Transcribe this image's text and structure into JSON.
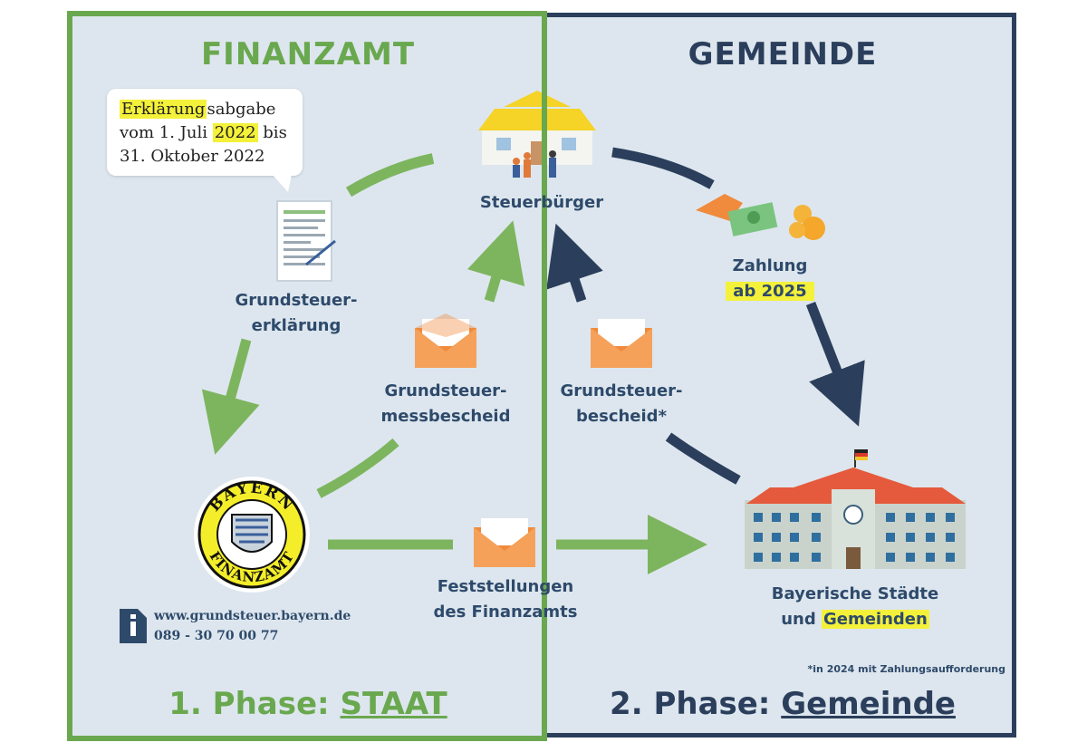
{
  "headings": {
    "left": "FINANZAMT",
    "right": "GEMEINDE"
  },
  "bubble": {
    "line1_highlight": "Erklärung",
    "line1_rest": "sabgabe",
    "line2_pre": "vom 1. Juli ",
    "line2_highlight": "2022",
    "line2_post": " bis",
    "line3": "31. Oktober 2022"
  },
  "nodes": {
    "citizen": "Steuerbürger",
    "declaration_line1": "Grundsteuer-",
    "declaration_line2": "erklärung",
    "assessment_line1": "Grundsteuer-",
    "assessment_line2": "messbescheid",
    "tax_notice_line1": "Grundsteuer-",
    "tax_notice_line2": "bescheid*",
    "payment_line1": "Zahlung",
    "payment_line2": "ab 2025",
    "findings_line1": "Feststellungen",
    "findings_line2": "des Finanzamts",
    "municipality_line1": "Bayerische Städte",
    "municipality_line2_pre": "und ",
    "municipality_line2_highlight": "Gemeinden"
  },
  "seal": {
    "top": "BAYERN",
    "bottom": "FINANZAMT"
  },
  "contact": {
    "website": "www.grundsteuer.bayern.de",
    "phone": "089 - 30 70 00 77"
  },
  "footnote": "*in 2024 mit Zahlungsaufforderung",
  "phases": {
    "left_prefix": "1. Phase: ",
    "left_underlined": "STAAT",
    "right_prefix": "2. Phase: ",
    "right_underlined": "Gemeinde"
  },
  "colors": {
    "green": "#6aa84f",
    "arrow_green": "#7db55f",
    "navy": "#2b3f5c",
    "label": "#2e4a6b",
    "highlight": "#f4f13a",
    "envelope": "#f08a3c",
    "background": "#dde6ee"
  }
}
